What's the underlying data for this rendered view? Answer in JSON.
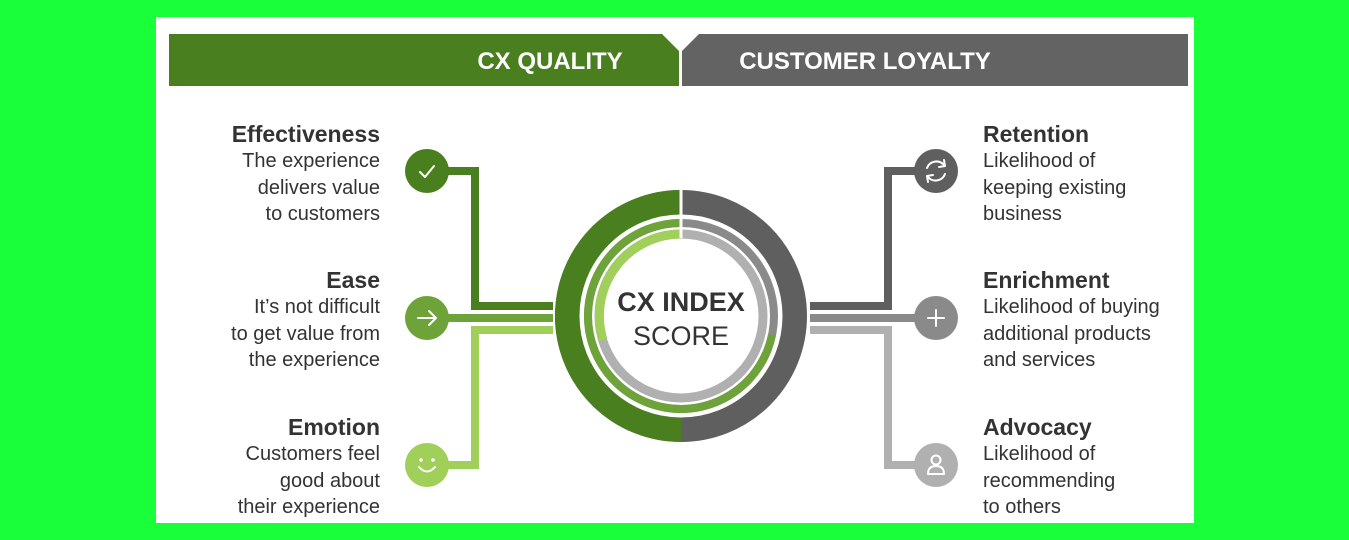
{
  "banner": {
    "left_label": "CX QUALITY",
    "right_label": "CUSTOMER LOYALTY"
  },
  "center": {
    "line1": "CX INDEX",
    "line2": "SCORE"
  },
  "quality_items": [
    {
      "title": "Effectiveness",
      "desc": "The experience\ndelivers value\nto customers",
      "icon": "checkmark-icon"
    },
    {
      "title": "Ease",
      "desc": "It’s not difficult\nto get value from\nthe experience",
      "icon": "arrow-right-icon"
    },
    {
      "title": "Emotion",
      "desc": "Customers feel\ngood about\ntheir experience",
      "icon": "smiley-icon"
    }
  ],
  "loyalty_items": [
    {
      "title": "Retention",
      "desc": "Likelihood of\nkeeping existing\nbusiness",
      "icon": "refresh-icon"
    },
    {
      "title": "Enrichment",
      "desc": "Likelihood of buying\nadditional products\nand services",
      "icon": "plus-icon"
    },
    {
      "title": "Advocacy",
      "desc": "Likelihood of\nrecommending\nto others",
      "icon": "person-icon"
    }
  ],
  "colors": {
    "background": "#19ff3a",
    "dark_green": "#4a7f1f",
    "mid_green": "#6ea33a",
    "light_green": "#a0cf5a",
    "dark_gray": "#5f5f5f",
    "mid_gray": "#8a8a8a",
    "light_gray": "#b0b0b0",
    "text": "#333333"
  }
}
